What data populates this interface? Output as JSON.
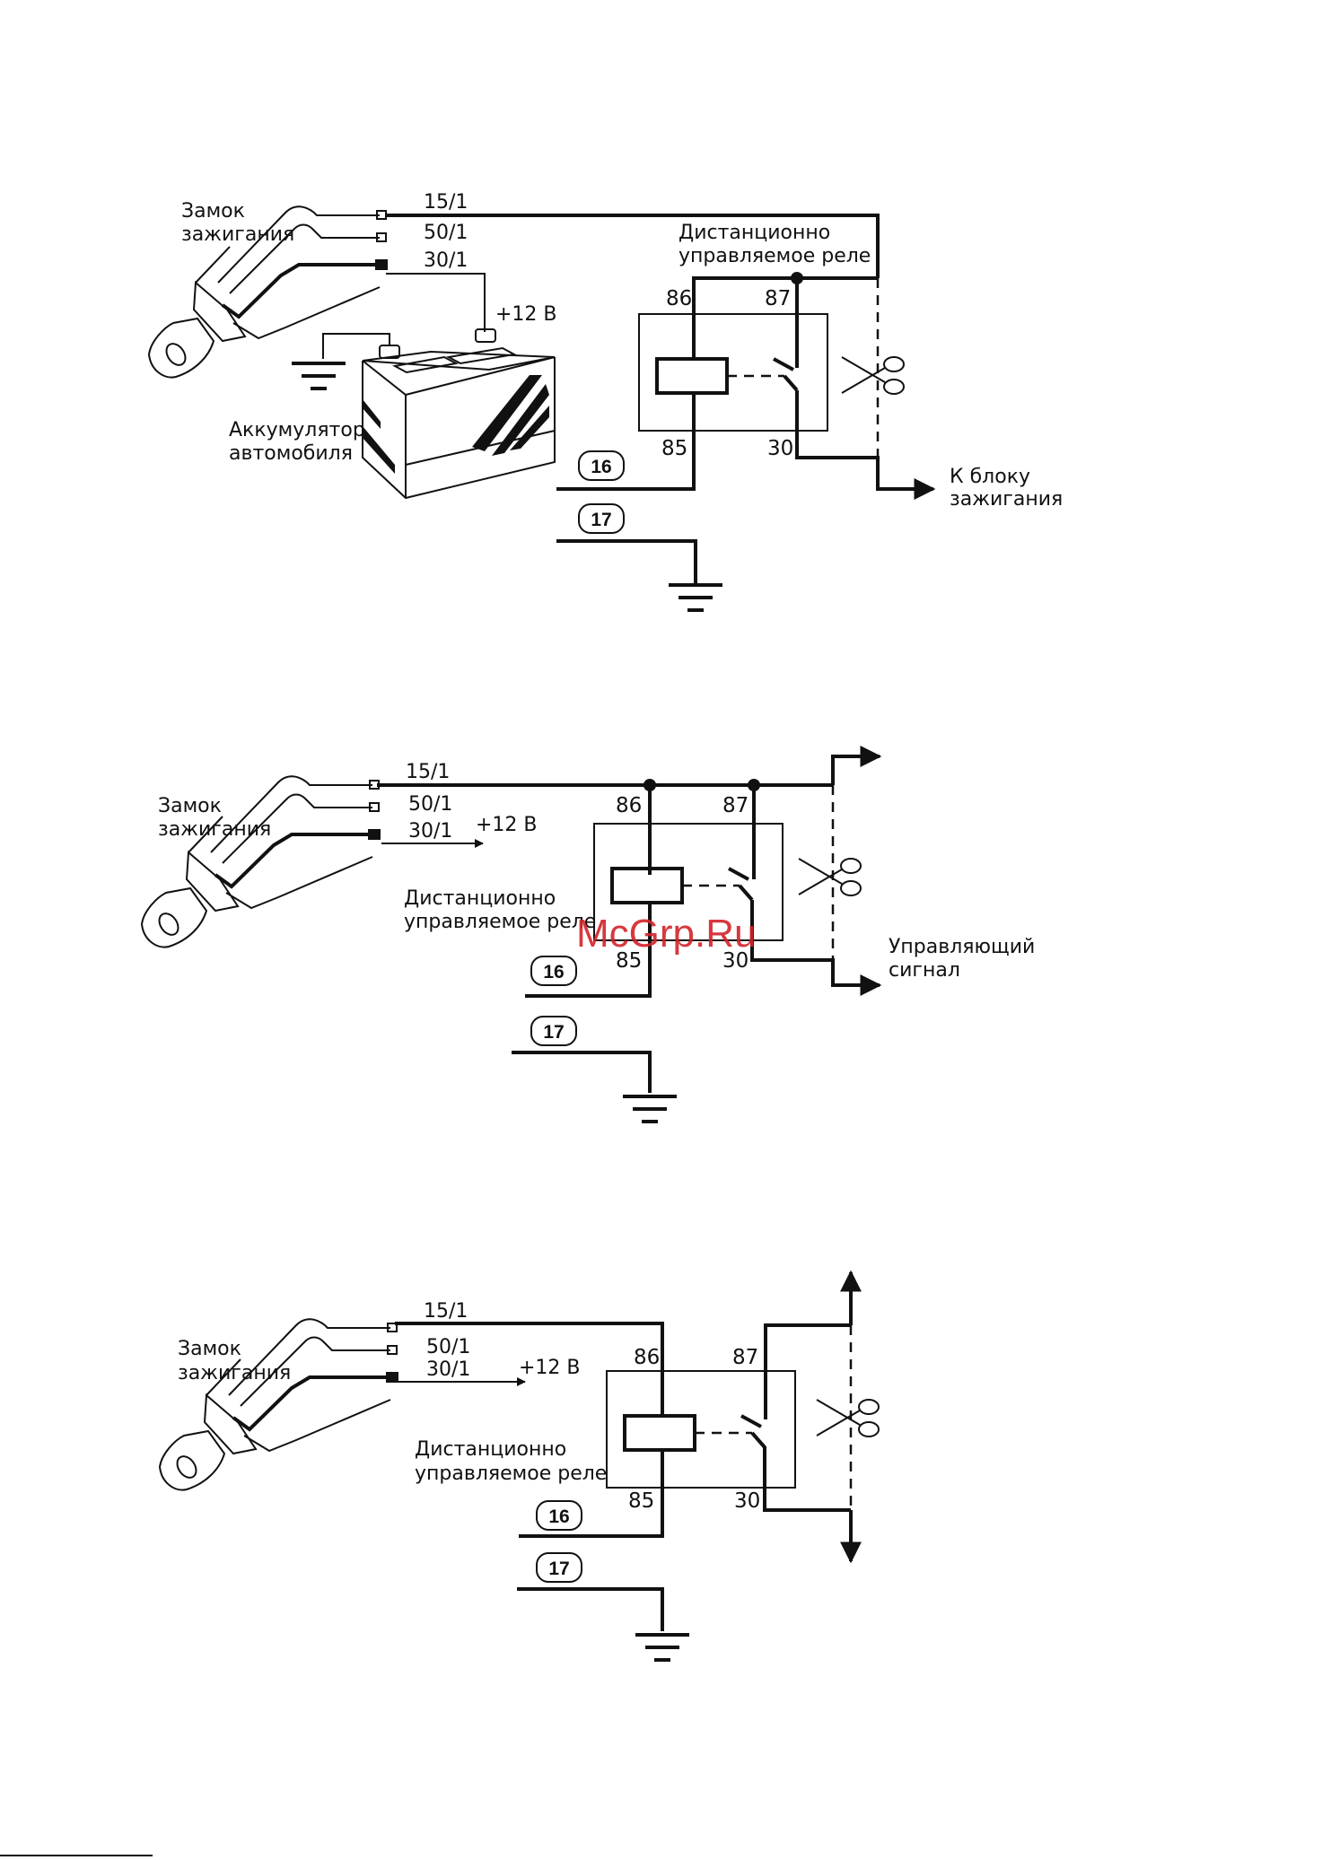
{
  "diagram_1": {
    "ignition_label": [
      "Замок",
      "зажигания"
    ],
    "wire_15": "15/1",
    "wire_50": "50/1",
    "wire_30": "30/1",
    "plus12": "+12 В",
    "relay_label": [
      "Дистанционно",
      "управляемое реле"
    ],
    "battery_label": [
      "Аккумулятор",
      "автомобиля"
    ],
    "pin_86": "86",
    "pin_87": "87",
    "pin_85": "85",
    "pin_30": "30",
    "badge_16": "16",
    "badge_17": "17",
    "output_label": [
      "К блоку",
      "зажигания"
    ]
  },
  "diagram_2": {
    "ignition_label": [
      "Замок",
      "зажигания"
    ],
    "wire_15": "15/1",
    "wire_50": "50/1",
    "wire_30": "30/1",
    "plus12": "+12 В",
    "relay_label": [
      "Дистанционно",
      "управляемое реле"
    ],
    "pin_86": "86",
    "pin_87": "87",
    "pin_85": "85",
    "pin_30": "30",
    "badge_16": "16",
    "badge_17": "17",
    "output_label": [
      "Управляющий",
      "сигнал"
    ]
  },
  "diagram_3": {
    "ignition_label": [
      "Замок",
      "зажигания"
    ],
    "wire_15": "15/1",
    "wire_50": "50/1",
    "wire_30": "30/1",
    "plus12": "+12 В",
    "relay_label": [
      "Дистанционно",
      "управляемое реле"
    ],
    "pin_86": "86",
    "pin_87": "87",
    "pin_85": "85",
    "pin_30": "30",
    "badge_16": "16",
    "badge_17": "17"
  },
  "watermark": "McGrp.Ru"
}
